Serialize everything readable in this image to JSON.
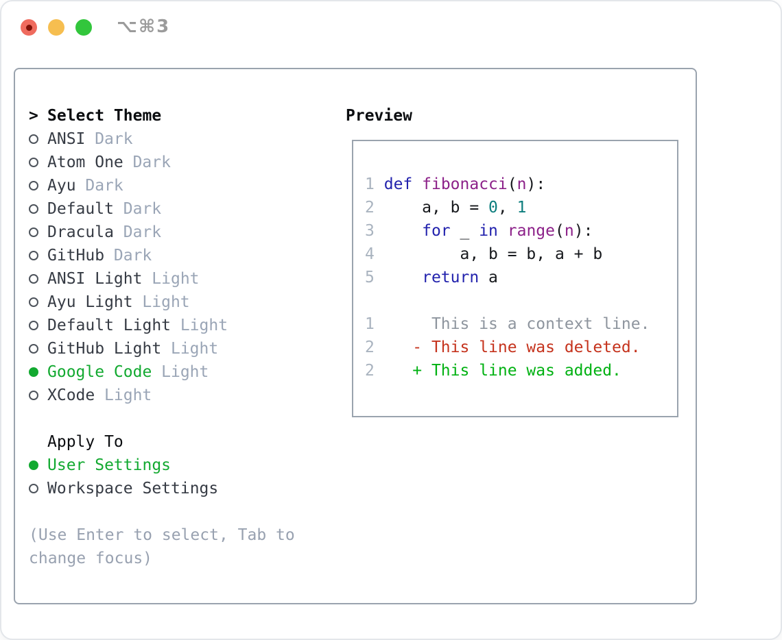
{
  "window": {
    "title": "⌥⌘3",
    "traffic_lights": [
      "close",
      "minimize",
      "zoom"
    ]
  },
  "theme_panel": {
    "header": {
      "prompt": ">",
      "label": "Select Theme"
    },
    "items": [
      {
        "name": "ANSI",
        "variant": "Dark",
        "selected": false
      },
      {
        "name": "Atom One",
        "variant": "Dark",
        "selected": false
      },
      {
        "name": "Ayu",
        "variant": "Dark",
        "selected": false
      },
      {
        "name": "Default",
        "variant": "Dark",
        "selected": false
      },
      {
        "name": "Dracula",
        "variant": "Dark",
        "selected": false
      },
      {
        "name": "GitHub",
        "variant": "Dark",
        "selected": false
      },
      {
        "name": "ANSI Light",
        "variant": "Light",
        "selected": false
      },
      {
        "name": "Ayu Light",
        "variant": "Light",
        "selected": false
      },
      {
        "name": "Default Light",
        "variant": "Light",
        "selected": false
      },
      {
        "name": "GitHub Light",
        "variant": "Light",
        "selected": false
      },
      {
        "name": "Google Code",
        "variant": "Light",
        "selected": true
      },
      {
        "name": "XCode",
        "variant": "Light",
        "selected": false
      }
    ],
    "apply_to": {
      "label": "Apply To",
      "options": [
        {
          "name": "User Settings",
          "selected": true
        },
        {
          "name": "Workspace Settings",
          "selected": false
        }
      ]
    },
    "hint_lines": [
      "(Use Enter to select, Tab to",
      "change focus)"
    ]
  },
  "preview": {
    "label": "Preview",
    "code_lines": [
      {
        "num": "1",
        "tokens": [
          {
            "t": "def",
            "c": "kw"
          },
          {
            "t": " ",
            "c": "p"
          },
          {
            "t": "fibonacci",
            "c": "fn"
          },
          {
            "t": "(",
            "c": "p"
          },
          {
            "t": "n",
            "c": "fn"
          },
          {
            "t": "):",
            "c": "p"
          }
        ]
      },
      {
        "num": "2",
        "tokens": [
          {
            "t": "    a, b = ",
            "c": "p"
          },
          {
            "t": "0",
            "c": "num"
          },
          {
            "t": ", ",
            "c": "p"
          },
          {
            "t": "1",
            "c": "num"
          }
        ]
      },
      {
        "num": "3",
        "tokens": [
          {
            "t": "    ",
            "c": "p"
          },
          {
            "t": "for",
            "c": "kw"
          },
          {
            "t": " _ ",
            "c": "p"
          },
          {
            "t": "in",
            "c": "kw"
          },
          {
            "t": " ",
            "c": "p"
          },
          {
            "t": "range",
            "c": "fn"
          },
          {
            "t": "(",
            "c": "p"
          },
          {
            "t": "n",
            "c": "fn"
          },
          {
            "t": "):",
            "c": "p"
          }
        ]
      },
      {
        "num": "4",
        "tokens": [
          {
            "t": "        a, b = b, a + b",
            "c": "p"
          }
        ]
      },
      {
        "num": "5",
        "tokens": [
          {
            "t": "    ",
            "c": "p"
          },
          {
            "t": "return",
            "c": "kw"
          },
          {
            "t": " a",
            "c": "p"
          }
        ]
      },
      {
        "blank": true
      },
      {
        "num": "1",
        "tokens": [
          {
            "t": "     This is a context line.",
            "c": "ctx"
          }
        ]
      },
      {
        "num": "2",
        "tokens": [
          {
            "t": "   - This line was deleted.",
            "c": "del"
          }
        ]
      },
      {
        "num": "2",
        "tokens": [
          {
            "t": "   + This line was added.",
            "c": "add"
          }
        ]
      }
    ]
  },
  "colors": {
    "accent_green": "#12a930",
    "diff_added_green": "#00b112",
    "diff_deleted_red": "#c5331d",
    "keyword_blue": "#2222ad",
    "function_purple": "#8c2189",
    "number_teal": "#0c7d7d",
    "code_text": "#16181c",
    "line_number_gray": "#a9b3bf",
    "context_gray": "#8e959e",
    "item_text": "#363b44",
    "suffix_gray": "#9aa5b6",
    "hint_gray": "#98a1b0",
    "heading_text": "#0b0d10",
    "marker_ring": "#4d535b",
    "panel_border": "#9aa3ae",
    "window_border": "#e3e6ea",
    "traffic_red": "#ef6b5e",
    "traffic_red_dot": "#7f1007",
    "traffic_yellow": "#f6be50",
    "traffic_green": "#32c63c",
    "title_gray": "#9b9b9b"
  }
}
